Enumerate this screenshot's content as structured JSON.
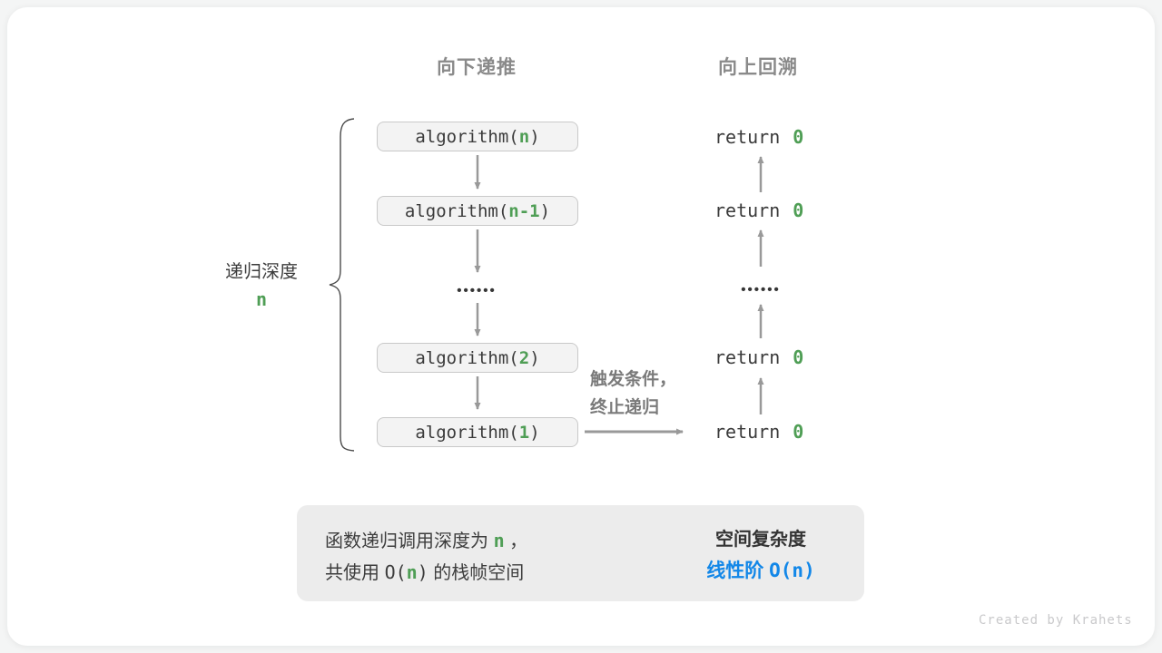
{
  "colors": {
    "green": "#4f9e55",
    "blue": "#1287e8",
    "gray_header": "#8a8a8a",
    "gray_trigger": "#7a7a7a",
    "ink": "#3b3b3b",
    "box_fill": "#f3f3f3",
    "box_border": "#c9c9c9",
    "arrow": "#999999",
    "summary_fill": "#ececec",
    "watermark": "#c9c9cb"
  },
  "headers": {
    "recurse_down": "向下递推",
    "backtrack_up": "向上回溯"
  },
  "depth_label": {
    "text": "递归深度",
    "value": "n"
  },
  "calls": [
    {
      "prefix": "algorithm(",
      "arg": "n",
      "suffix": ")"
    },
    {
      "prefix": "algorithm(",
      "arg": "n-1",
      "suffix": ")"
    },
    {
      "prefix": "algorithm(",
      "arg": "2",
      "suffix": ")"
    },
    {
      "prefix": "algorithm(",
      "arg": "1",
      "suffix": ")"
    }
  ],
  "returns": [
    {
      "keyword": "return",
      "value": "0"
    },
    {
      "keyword": "return",
      "value": "0"
    },
    {
      "keyword": "return",
      "value": "0"
    },
    {
      "keyword": "return",
      "value": "0"
    }
  ],
  "dots": "••••••",
  "trigger": {
    "line1": "触发条件，",
    "line2": "终止递归"
  },
  "summary": {
    "line1_head": "函数递归调用深度为 ",
    "line1_var": "n",
    "line1_tail": " ，",
    "line2_head": "共使用 ",
    "line2_code_open": "O(",
    "line2_var": "n",
    "line2_code_close": ")",
    "line2_tail": " 的栈帧空间",
    "result_title": "空间复杂度",
    "result_label": "线性阶 ",
    "result_code_open": "O(",
    "result_var": "n",
    "result_code_close": ")"
  },
  "watermark": "Created by Krahets"
}
